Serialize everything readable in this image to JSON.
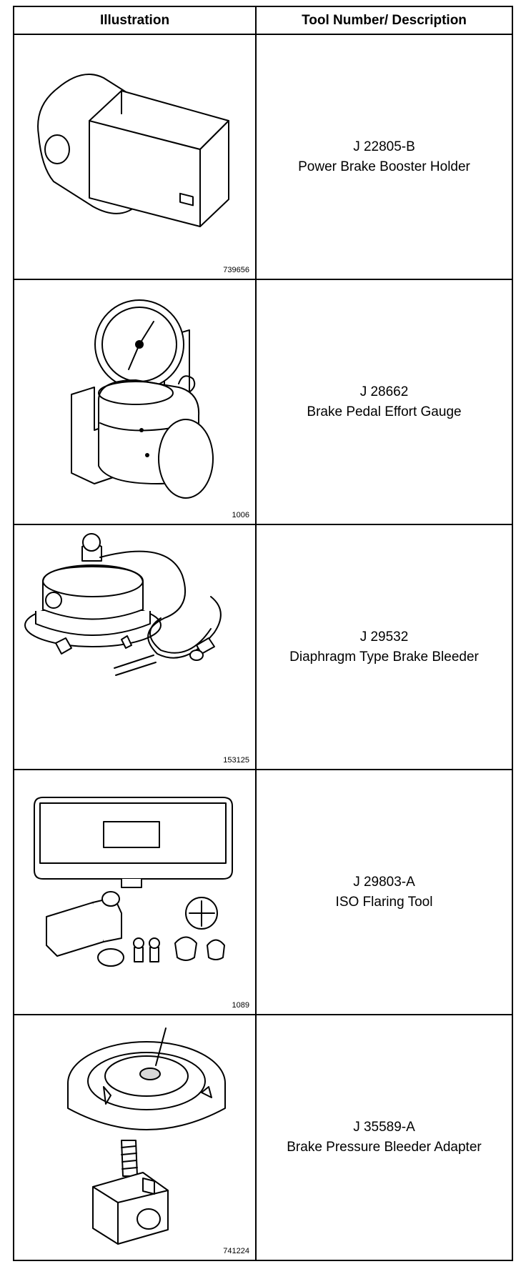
{
  "table": {
    "header": {
      "illustration": "Illustration",
      "tool": "Tool Number/ Description"
    },
    "rows": [
      {
        "figure": "739656",
        "number": "J 22805-B",
        "description": "Power Brake Booster Holder",
        "icon": "booster-holder-illustration"
      },
      {
        "figure": "1006",
        "number": "J 28662",
        "description": "Brake Pedal Effort Gauge",
        "icon": "pedal-effort-gauge-illustration"
      },
      {
        "figure": "153125",
        "number": "J 29532",
        "description": "Diaphragm Type Brake Bleeder",
        "icon": "diaphragm-bleeder-illustration"
      },
      {
        "figure": "1089",
        "number": "J 29803-A",
        "description": "ISO Flaring Tool",
        "icon": "flaring-tool-illustration"
      },
      {
        "figure": "741224",
        "number": "J 35589-A",
        "description": "Brake Pressure Bleeder Adapter",
        "icon": "bleeder-adapter-illustration"
      }
    ]
  }
}
